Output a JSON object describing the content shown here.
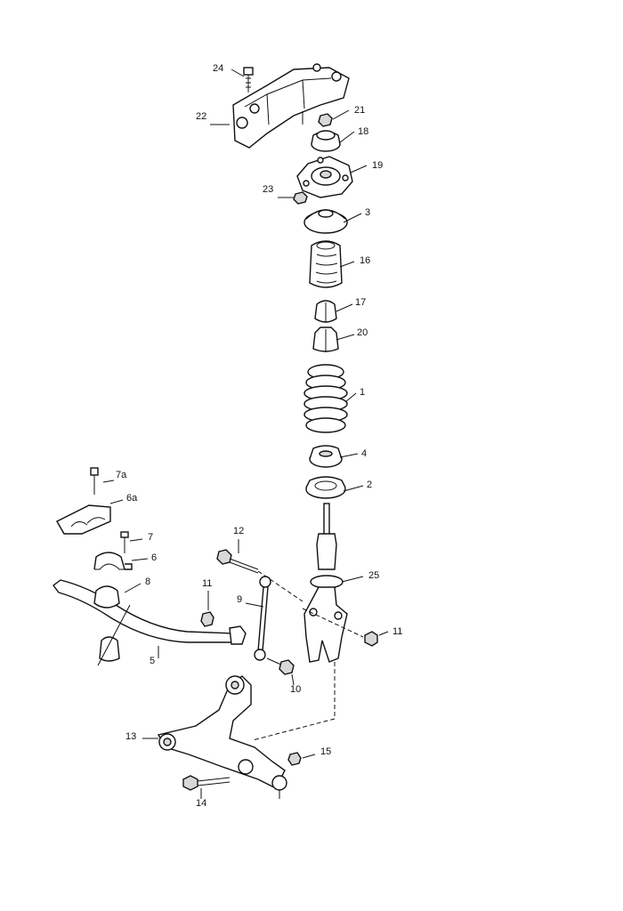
{
  "callouts": {
    "c1": "1",
    "c2": "2",
    "c3": "3",
    "c4": "4",
    "c5": "5",
    "c6": "6",
    "c6a": "6a",
    "c7": "7",
    "c7a": "7a",
    "c8": "8",
    "c9": "9",
    "c10": "10",
    "c11a": "11",
    "c11b": "11",
    "c12": "12",
    "c13": "13",
    "c14": "14",
    "c15": "15",
    "c16": "16",
    "c17": "17",
    "c18": "18",
    "c19": "19",
    "c20": "20",
    "c21": "21",
    "c22": "22",
    "c23": "23",
    "c24": "24",
    "c25": "25"
  },
  "style": {
    "ink": "#111111",
    "background": "#ffffff"
  }
}
